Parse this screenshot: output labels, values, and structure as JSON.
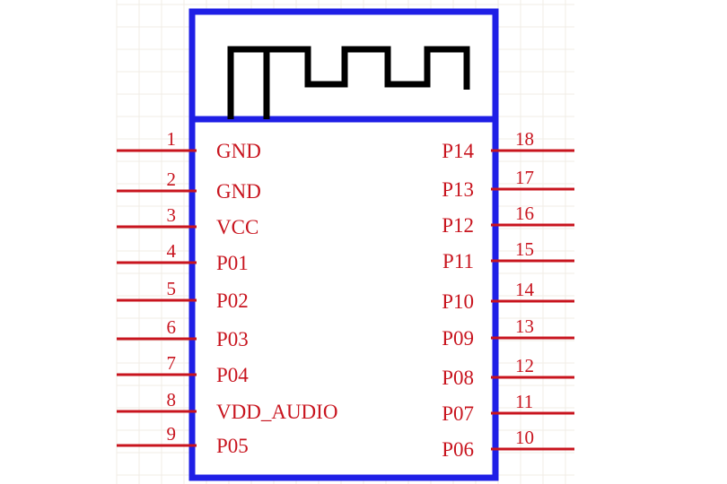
{
  "component": {
    "body_color": "#1f1fe6",
    "pin_color": "#c8141e",
    "antenna_color": "#000000",
    "grid_color": "#f1ece6"
  },
  "pins_left": [
    {
      "number": "1",
      "name": "GND"
    },
    {
      "number": "2",
      "name": "GND"
    },
    {
      "number": "3",
      "name": "VCC"
    },
    {
      "number": "4",
      "name": "P01"
    },
    {
      "number": "5",
      "name": "P02"
    },
    {
      "number": "6",
      "name": "P03"
    },
    {
      "number": "7",
      "name": "P04"
    },
    {
      "number": "8",
      "name": "VDD_AUDIO"
    },
    {
      "number": "9",
      "name": "P05"
    }
  ],
  "pins_right": [
    {
      "number": "18",
      "name": "P14"
    },
    {
      "number": "17",
      "name": "P13"
    },
    {
      "number": "16",
      "name": "P12"
    },
    {
      "number": "15",
      "name": "P11"
    },
    {
      "number": "14",
      "name": "P10"
    },
    {
      "number": "13",
      "name": "P09"
    },
    {
      "number": "12",
      "name": "P08"
    },
    {
      "number": "11",
      "name": "P07"
    },
    {
      "number": "10",
      "name": "P06"
    }
  ]
}
